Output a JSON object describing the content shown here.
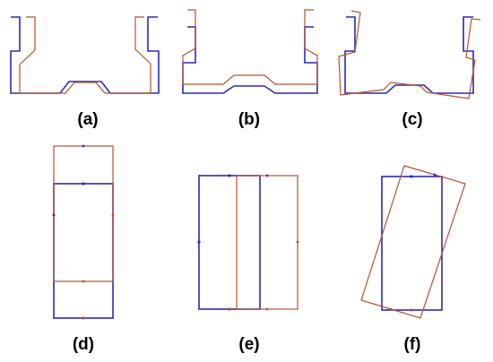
{
  "colors": {
    "undeformed": "#2a2ab8",
    "deformed": "#b8542a"
  },
  "panels": [
    {
      "label": "(a)"
    },
    {
      "label": "(b)"
    },
    {
      "label": "(c)"
    },
    {
      "label": "(d)"
    },
    {
      "label": "(e)"
    },
    {
      "label": "(f)"
    }
  ]
}
